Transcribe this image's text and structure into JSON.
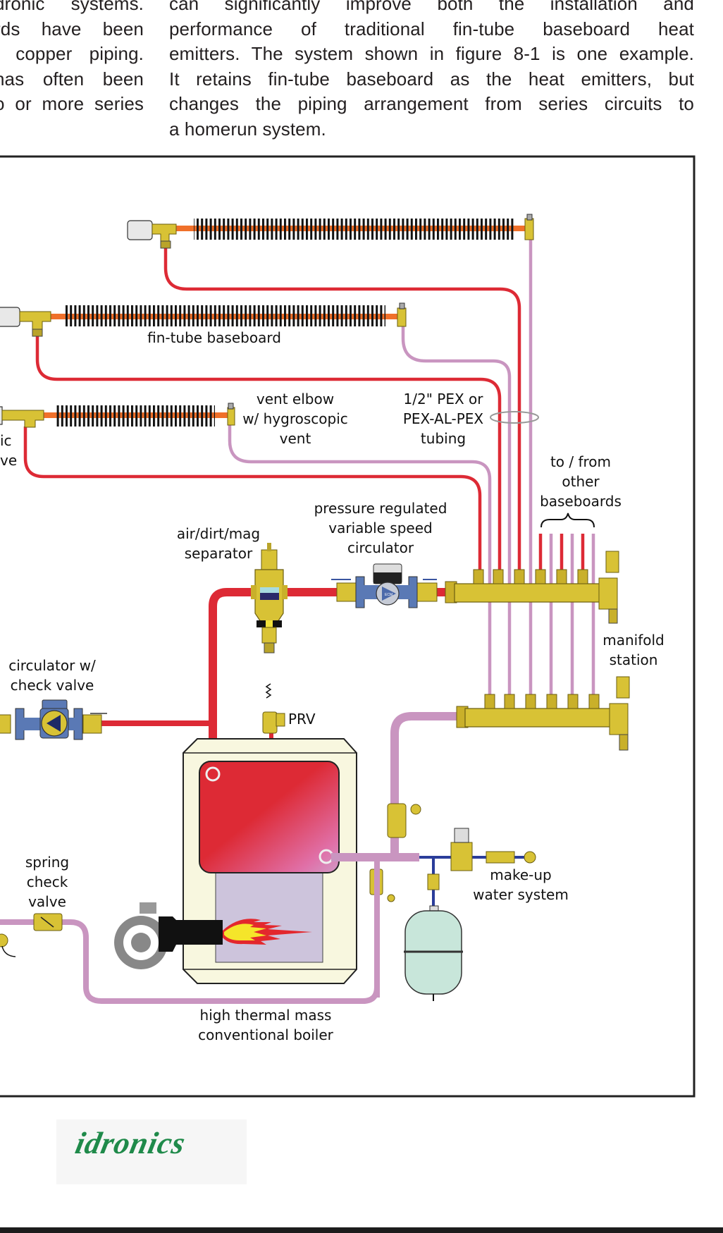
{
  "text": {
    "left_column_lines": [
      "dronic systems.",
      "rds have been",
      "l copper piping.",
      "has often been",
      "o or more series"
    ],
    "right_column_lines": [
      "can significantly improve both the installation and",
      "performance of traditional fin-tube baseboard heat",
      "emitters. The system shown in figure 8-1 is one example.",
      "It retains fin-tube baseboard as the heat emitters, but",
      "changes the piping arrangement from series circuits to",
      "a homerun system."
    ]
  },
  "figure": {
    "labels": {
      "fin_tube_baseboard": "fin-tube baseboard",
      "vent_elbow_1": "vent elbow",
      "vent_elbow_2": "w/ hygroscopic",
      "vent_elbow_3": "vent",
      "thermostatic_valve_1": "ic",
      "thermostatic_valve_2": "ve",
      "pex_1": "1/2\" PEX or",
      "pex_2": "PEX-AL-PEX",
      "pex_3": "tubing",
      "other_baseboards_1": "to / from",
      "other_baseboards_2": "other",
      "other_baseboards_3": "baseboards",
      "pressure_circ_1": "pressure regulated",
      "pressure_circ_2": "variable speed",
      "pressure_circ_3": "circulator",
      "separator_1": "air/dirt/mag",
      "separator_2": "separator",
      "manifold_1": "manifold",
      "manifold_2": "station",
      "circ_check_1": "circulator w/",
      "circ_check_2": "check valve",
      "prv": "PRV",
      "makeup_1": "make-up",
      "makeup_2": "water system",
      "spring_check_1": "spring",
      "spring_check_2": "check",
      "spring_check_3": "valve",
      "boiler_1": "high thermal mass",
      "boiler_2": "conventional boiler",
      "ecm": "ECM"
    },
    "colors": {
      "supply_pipe": "#dd2a35",
      "return_pipe": "#c995c0",
      "fin_tube_core": "#f0702a",
      "brass": "#d8c235",
      "makeup_water": "#2a3d9a",
      "boiler_jacket": "#f8f7df",
      "combustion_chamber": "#cdc4dc",
      "expansion_tank": "#c8e6da",
      "pump_body": "#5a79b5",
      "frame": "#222222"
    }
  },
  "logo": {
    "text": "idronics"
  }
}
